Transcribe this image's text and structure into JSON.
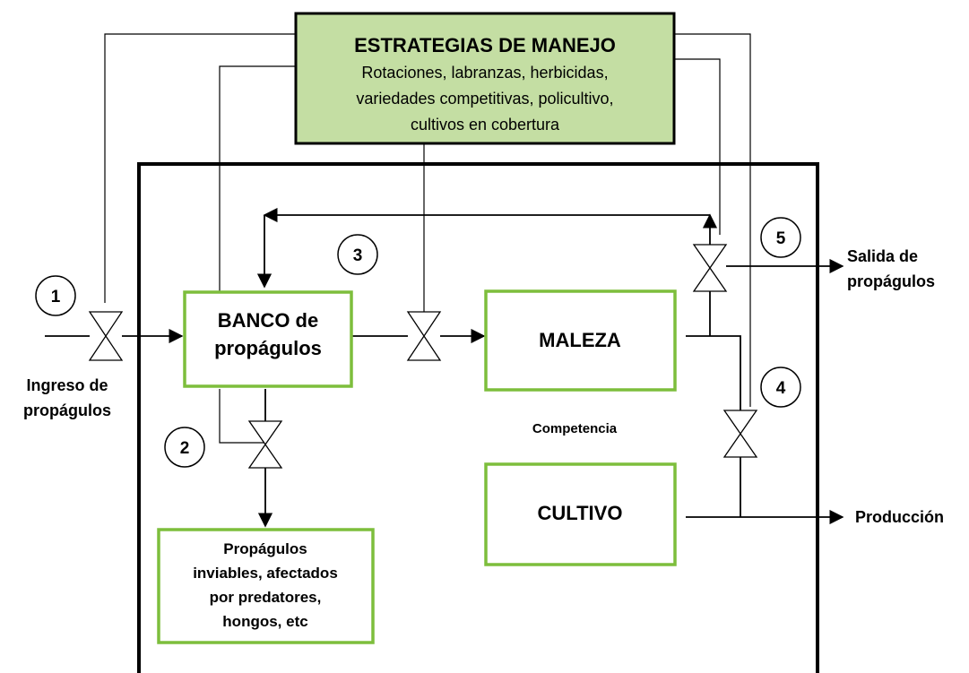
{
  "strategies": {
    "title": "ESTRATEGIAS DE MANEJO",
    "lines": [
      "Rotaciones, labranzas, herbicidas,",
      "variedades competitivas, policultivo,",
      "cultivos en cobertura"
    ]
  },
  "banco": {
    "lines": [
      "BANCO de",
      "propágulos"
    ]
  },
  "maleza": {
    "label": "MALEZA"
  },
  "cultivo": {
    "label": "CULTIVO"
  },
  "inviables": {
    "lines": [
      "Propágulos",
      "inviables, afectados",
      "por predatores,",
      "hongos, etc"
    ]
  },
  "labels": {
    "ingreso": [
      "Ingreso de",
      "propágulos"
    ],
    "salida": [
      "Salida de",
      "propágulos"
    ],
    "produccion": "Producción",
    "competencia": "Competencia"
  },
  "circles": [
    "1",
    "2",
    "3",
    "4",
    "5"
  ],
  "colors": {
    "green_border": "#7DBE3C",
    "strategy_fill": "#C4DEA3",
    "line": "#000000"
  }
}
